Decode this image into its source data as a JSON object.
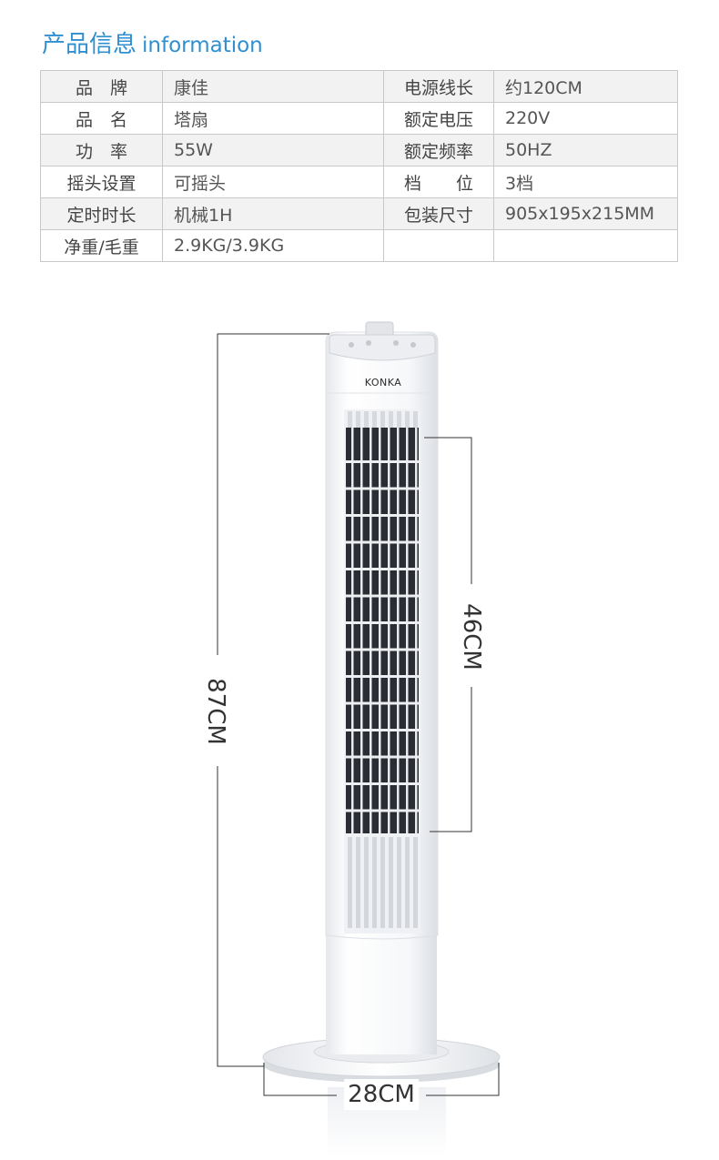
{
  "header": {
    "title_cn": "产品信息",
    "title_en": "information"
  },
  "specs": {
    "rows": [
      {
        "l1": "品　牌",
        "v1": "康佳",
        "l2": "电源线长",
        "v2": "约120CM"
      },
      {
        "l1": "品　名",
        "v1": "塔扇",
        "l2": "额定电压",
        "v2": "220V"
      },
      {
        "l1": "功　率",
        "v1": "55W",
        "l2": "额定频率",
        "v2": "50HZ"
      },
      {
        "l1": "摇头设置",
        "v1": "可摇头",
        "l2": "档　　位",
        "v2": "3档"
      },
      {
        "l1": "定时时长",
        "v1": "机械1H",
        "l2": "包装尺寸",
        "v2": "905x195x215MM"
      },
      {
        "l1": "净重/毛重",
        "v1": "2.9KG/3.9KG",
        "l2": "",
        "v2": ""
      }
    ]
  },
  "product": {
    "brand_logo": "KONKA",
    "height_label": "87CM",
    "grille_label": "46CM",
    "base_label": "28CM",
    "body_color": "#f4f5f7",
    "grille_color": "#2a2c33",
    "line_color": "#333333"
  }
}
